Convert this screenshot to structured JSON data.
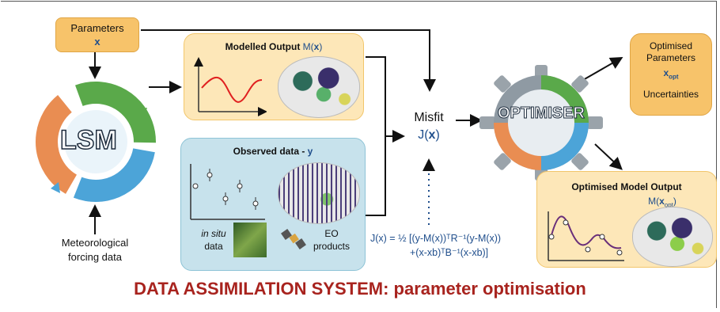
{
  "parameters": {
    "label": "Parameters",
    "symbol": "x"
  },
  "lsm": {
    "label": "LSM"
  },
  "forcing": {
    "line1": "Meteorological",
    "line2": "forcing data"
  },
  "modelled_output": {
    "title": "Modelled Output",
    "func": "M(",
    "arg": "x",
    "close": ")"
  },
  "observed": {
    "title": "Observed data - ",
    "symbol": "y",
    "insitu_italic": "in situ",
    "insitu_rest": "data",
    "eo_line1": "EO",
    "eo_line2": "products"
  },
  "misfit": {
    "label": "Misfit",
    "func": "J(",
    "arg": "x",
    "close": ")"
  },
  "optimiser": {
    "label": "OPTIMISER"
  },
  "optimised_params": {
    "line1": "Optimised",
    "line2": "Parameters",
    "symbol": "x",
    "sub": "opt",
    "line3": "Uncertainties"
  },
  "optimised_output": {
    "title": "Optimised Model Output",
    "func": "M(",
    "arg": "x",
    "sub": "opt",
    "close": ")"
  },
  "cost_function": {
    "line1": "J(x) = ½ [(y-M(x))ᵀR⁻¹(y-M(x))",
    "line2": "+(x-xb)ᵀB⁻¹(x-xb)]"
  },
  "footer": {
    "title": "DATA ASSIMILATION SYSTEM: parameter optimisation"
  },
  "colors": {
    "orange_box": "#fde7b8",
    "orange_border": "#f2c66b",
    "blue_box": "#c7e2ec",
    "blue_border": "#8dc3d6",
    "param_box": "#f7c36a",
    "footer": "#a8231e",
    "text_blue": "#1f4e8c"
  }
}
